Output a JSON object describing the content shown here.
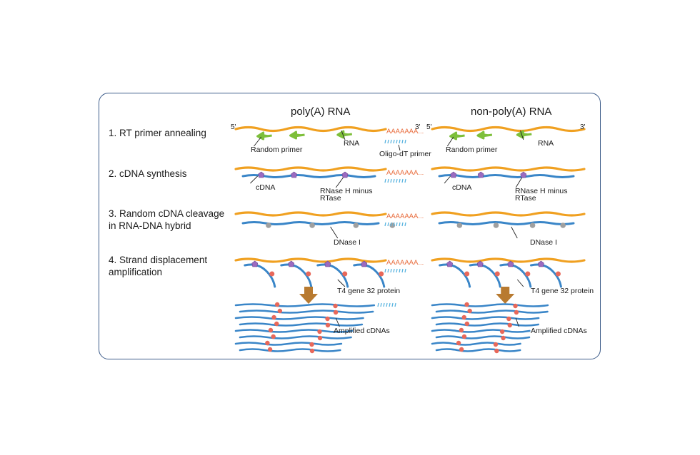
{
  "columns": {
    "left": "poly(A) RNA",
    "right": "non-poly(A) RNA"
  },
  "steps": {
    "s1": "1. RT primer annealing",
    "s2": "2. cDNA synthesis",
    "s3": "3. Random cDNA cleavage in RNA-DNA hybrid",
    "s4": "4. Strand displacement amplification"
  },
  "ends": {
    "five": "5'",
    "three": "3'"
  },
  "polyA": "AAAAAAA...",
  "labels": {
    "random_primer": "Random primer",
    "rna": "RNA",
    "oligo_dt": "Oligo-dT primer",
    "cdna": "cDNA",
    "rnase": "RNase H minus",
    "rtase": "RTase",
    "dnase": "DNase I",
    "t4": "T4 gene 32 protein",
    "amplified": "Amplified cDNAs"
  },
  "colors": {
    "frame": "#3d5c8a",
    "rna": "#f0a020",
    "cdna": "#3a86c8",
    "primer": "#7dbf3a",
    "polyA": "#e86a3a",
    "oligo": "#5ab4e0",
    "enzyme": "#9b6bc0",
    "dnase": "#a0a0a0",
    "protein": "#e8685a",
    "arrow": "#b87a30"
  }
}
